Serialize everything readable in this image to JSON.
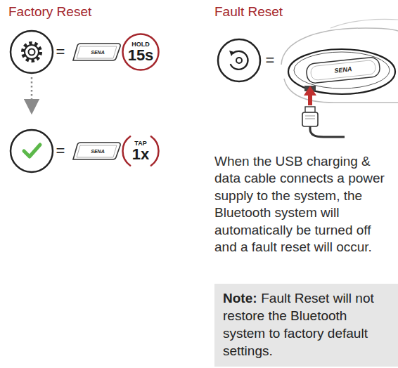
{
  "diagram": {
    "nodes": [
      {
        "text": [
          "HOLD",
          "15s"
        ]
      },
      {
        "text": [
          "TAP",
          "1x"
        ]
      },
      {
        "text": [
          "Note:",
          "Fault Reset will not restore the Bluetooth system to factory default settings."
        ]
      }
    ],
    "labels": [
      "Factory Reset",
      "Fault Reset",
      "=",
      "SENA",
      "=",
      "SENA",
      "=",
      "SENA",
      "When the USB charging & data cable connects a power supply to the system, the Bluetooth system will automatically be turned off and a fault reset will occur."
    ]
  }
}
